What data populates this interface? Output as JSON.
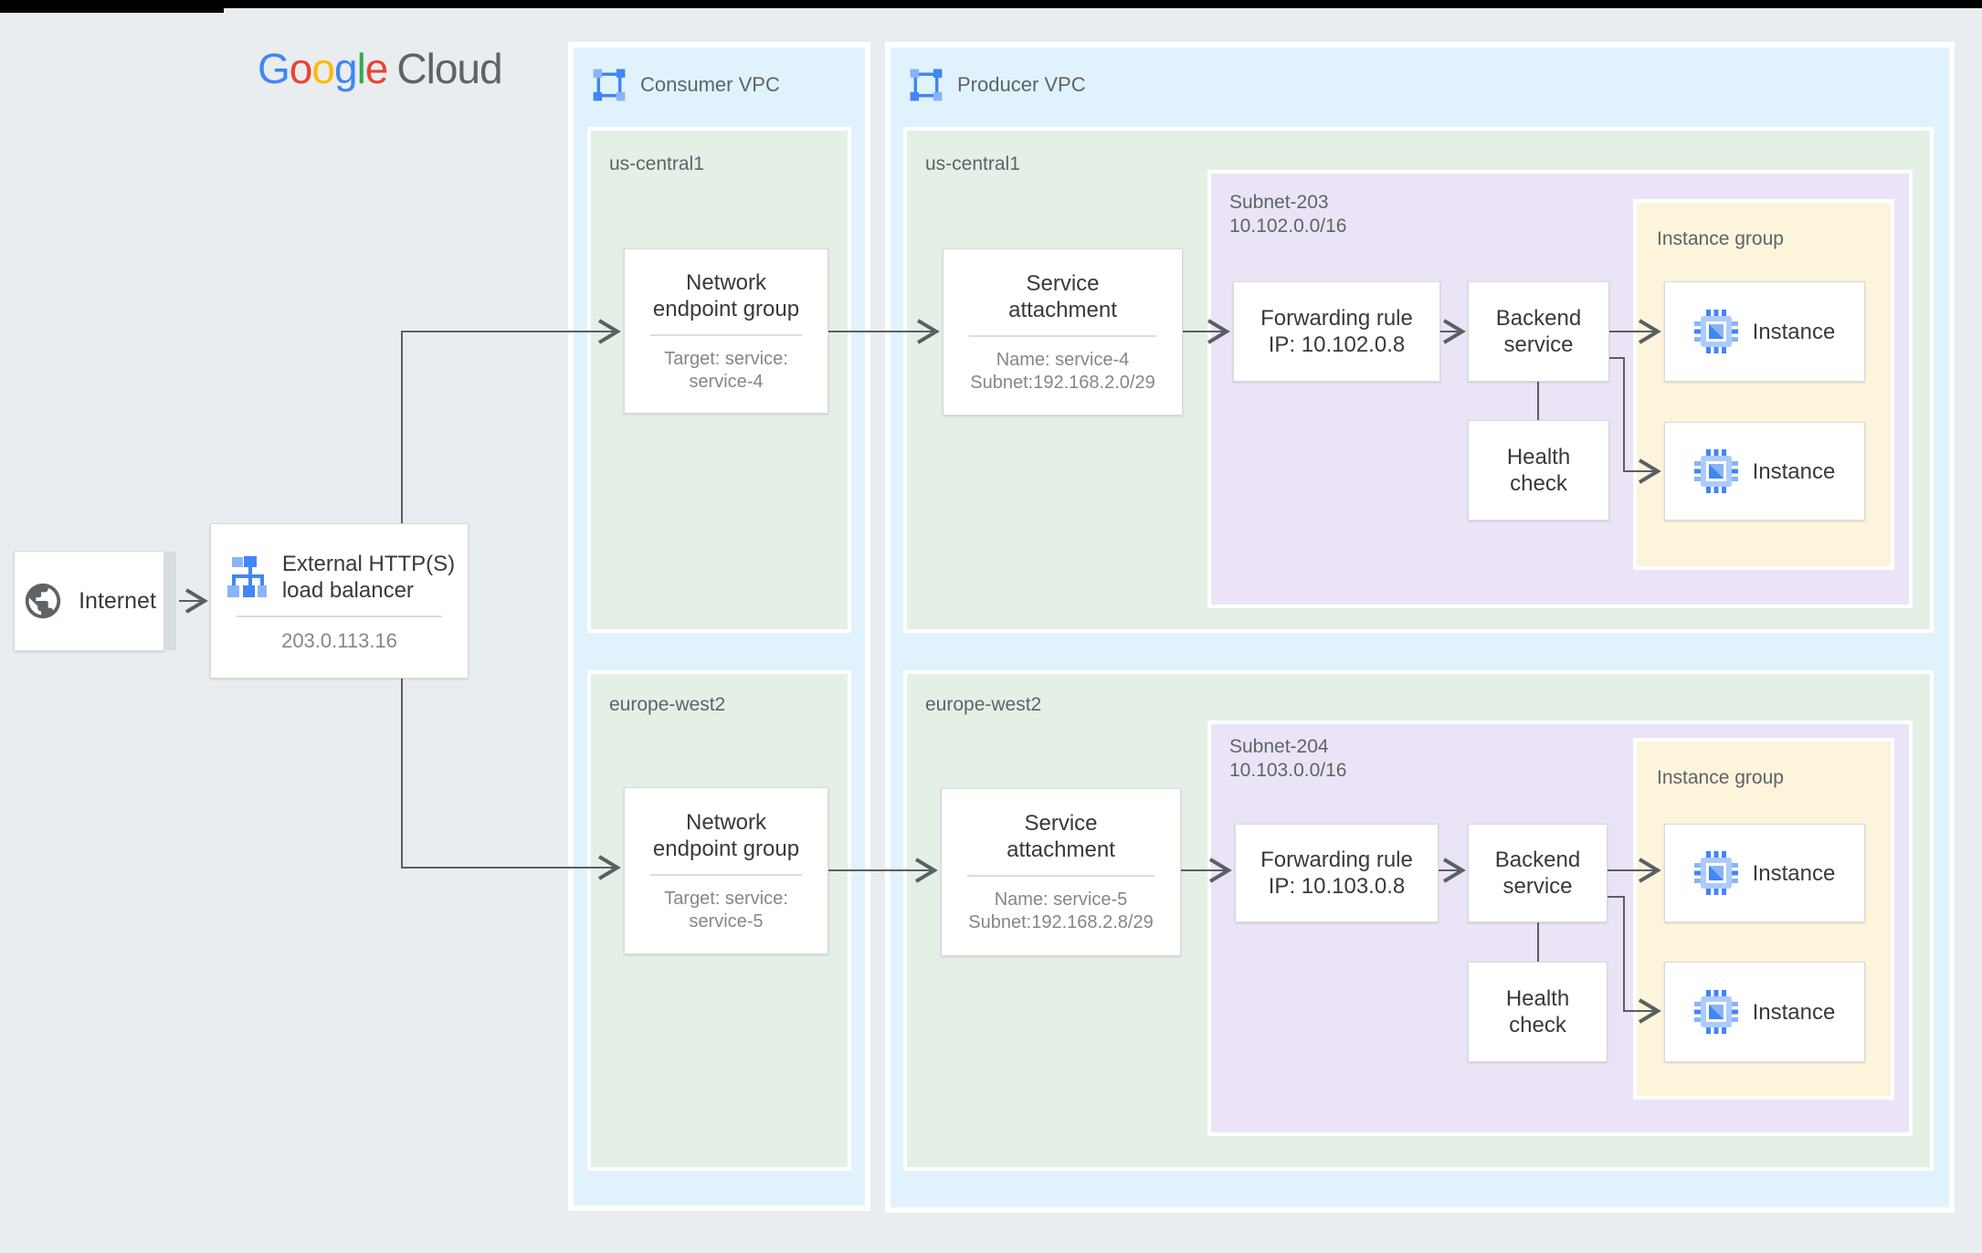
{
  "logo": {
    "g1": "G",
    "o1": "o",
    "o2": "o",
    "g2": "g",
    "l1": "l",
    "e1": "e",
    "cloud": "Cloud"
  },
  "vpc": {
    "consumer_label": "Consumer VPC",
    "producer_label": "Producer VPC"
  },
  "regions": {
    "consumer_us": "us-central1",
    "consumer_eu": "europe-west2",
    "producer_us": "us-central1",
    "producer_eu": "europe-west2"
  },
  "subnets": {
    "s203_name": "Subnet-203",
    "s203_cidr": "10.102.0.0/16",
    "s204_name": "Subnet-204",
    "s204_cidr": "10.103.0.0/16"
  },
  "instance_groups": {
    "ig1_label": "Instance group",
    "ig2_label": "Instance group"
  },
  "internet": {
    "label": "Internet"
  },
  "load_balancer": {
    "title1": "External HTTP(S)",
    "title2": "load balancer",
    "ip": "203.0.113.16"
  },
  "neg1": {
    "t1": "Network",
    "t2": "endpoint group",
    "s1": "Target: service:",
    "s2": "service-4"
  },
  "neg2": {
    "t1": "Network",
    "t2": "endpoint group",
    "s1": "Target: service:",
    "s2": "service-5"
  },
  "sa1": {
    "t1": "Service",
    "t2": "attachment",
    "s1": "Name: service-4",
    "s2": "Subnet:192.168.2.0/29"
  },
  "sa2": {
    "t1": "Service",
    "t2": "attachment",
    "s1": "Name: service-5",
    "s2": "Subnet:192.168.2.8/29"
  },
  "fr1": {
    "t1": "Forwarding rule",
    "t2": "IP: 10.102.0.8"
  },
  "fr2": {
    "t1": "Forwarding rule",
    "t2": "IP: 10.103.0.8"
  },
  "bs1": {
    "t1": "Backend",
    "t2": "service"
  },
  "bs2": {
    "t1": "Backend",
    "t2": "service"
  },
  "hc1": {
    "t1": "Health",
    "t2": "check"
  },
  "hc2": {
    "t1": "Health",
    "t2": "check"
  },
  "instances": {
    "i1a": "Instance",
    "i1b": "Instance",
    "i2a": "Instance",
    "i2b": "Instance"
  },
  "colors": {
    "accent_blue": "#4285F4",
    "light_blue": "#8ab4f8",
    "vpc_zone": "#e0f3fd",
    "region_green": "#e4f0e6",
    "subnet_purple": "#ebe4f6",
    "instance_group_yellow": "#fdf4dc",
    "line": "#5a5f63"
  }
}
